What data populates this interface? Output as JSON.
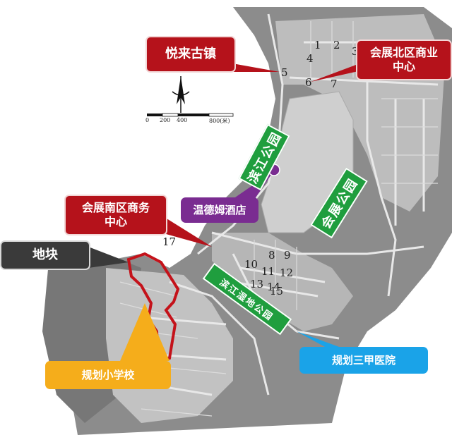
{
  "callouts": {
    "yuelai": "悦来古镇",
    "north_line1": "会展北区商业",
    "north_line2": "中心",
    "south_line1": "会展南区商务",
    "south_line2": "中心",
    "plot": "地块",
    "hotel": "温德姆酒店",
    "hospital": "规划三甲医院",
    "school": "规划小学校"
  },
  "parks": {
    "binjiang": "滨江公园",
    "huizhan": "会展公园",
    "third": "滨江湿地公园"
  },
  "block_numbers": [
    "1",
    "2",
    "3",
    "4",
    "5",
    "6",
    "7",
    "8",
    "9",
    "10",
    "11",
    "12",
    "13",
    "14",
    "15",
    "17"
  ],
  "scale_bar": {
    "ticks": [
      "0",
      "200",
      "400",
      "800(米)"
    ]
  },
  "colors": {
    "callout_red": "#b5121b",
    "callout_gray": "#3a3a3a",
    "callout_purple": "#7a2c91",
    "callout_blue": "#1aa3e8",
    "callout_yellow": "#f5ad1b",
    "park_green": "#1f9e3e",
    "plot_outline": "#c4121a"
  },
  "icons": [
    "north-arrow-icon"
  ]
}
